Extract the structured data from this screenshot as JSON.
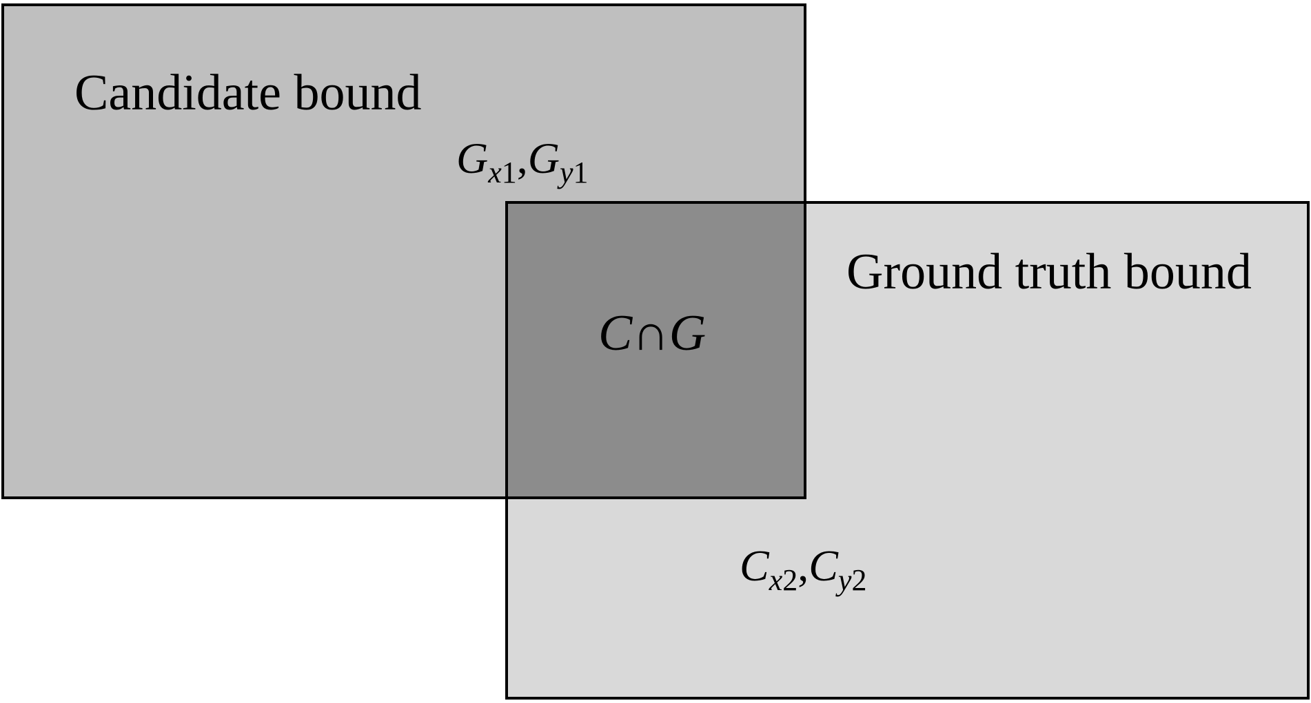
{
  "colors": {
    "candidate_fill": "#bfbfbf",
    "ground_truth_fill": "#d9d9d9",
    "intersection_fill": "#8c8c8c",
    "outline": "#000000",
    "background": "#ffffff"
  },
  "candidate": {
    "label": "Candidate bound"
  },
  "ground_truth": {
    "label": "Ground truth bound"
  },
  "intersection": {
    "label": "C∩G"
  },
  "g_coord": {
    "symbol_1": "G",
    "sub_var_1": "x",
    "sub_num_1": "1",
    "separator": ",",
    "symbol_2": "G",
    "sub_var_2": "y",
    "sub_num_2": "1"
  },
  "c_coord": {
    "symbol_1": "C",
    "sub_var_1": "x",
    "sub_num_1": "2",
    "separator": ",",
    "symbol_2": "C",
    "sub_var_2": "y",
    "sub_num_2": "2"
  }
}
